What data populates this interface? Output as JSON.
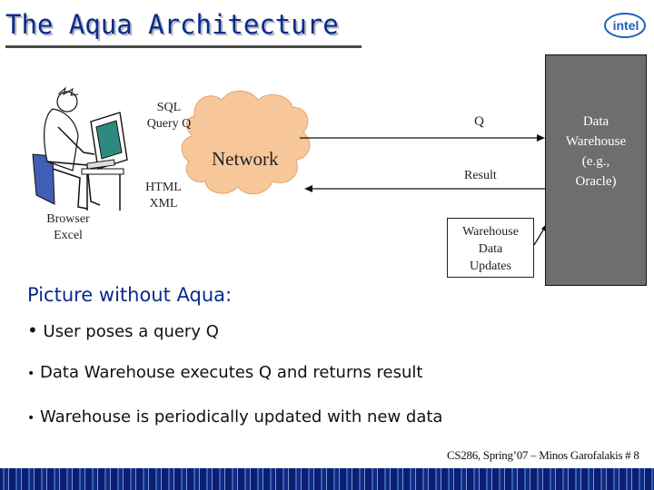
{
  "slide": {
    "title": "The Aqua Architecture",
    "logo_text": "intel"
  },
  "diagram": {
    "client_label": "Browser\nExcel",
    "sql_label": "SQL\nQuery Q",
    "html_label": "HTML\nXML",
    "network_label": "Network",
    "q_label": "Q",
    "result_label": "Result",
    "warehouse_label": "Data\nWarehouse\n(e.g.,\nOracle)",
    "updates_label": "Warehouse\nData\nUpdates"
  },
  "content": {
    "heading": "Picture without Aqua:",
    "bullets": [
      "User poses a query Q",
      "Data Warehouse executes Q and returns result",
      "Warehouse is periodically updated with new data"
    ]
  },
  "footer": {
    "text": "CS286, Spring’07 – Minos Garofalakis  # 8"
  },
  "colors": {
    "title": "#0a2a8f",
    "cloud": "#f7c79a",
    "warehouse": "#6e6e6e",
    "bar": "#0a1f73"
  }
}
